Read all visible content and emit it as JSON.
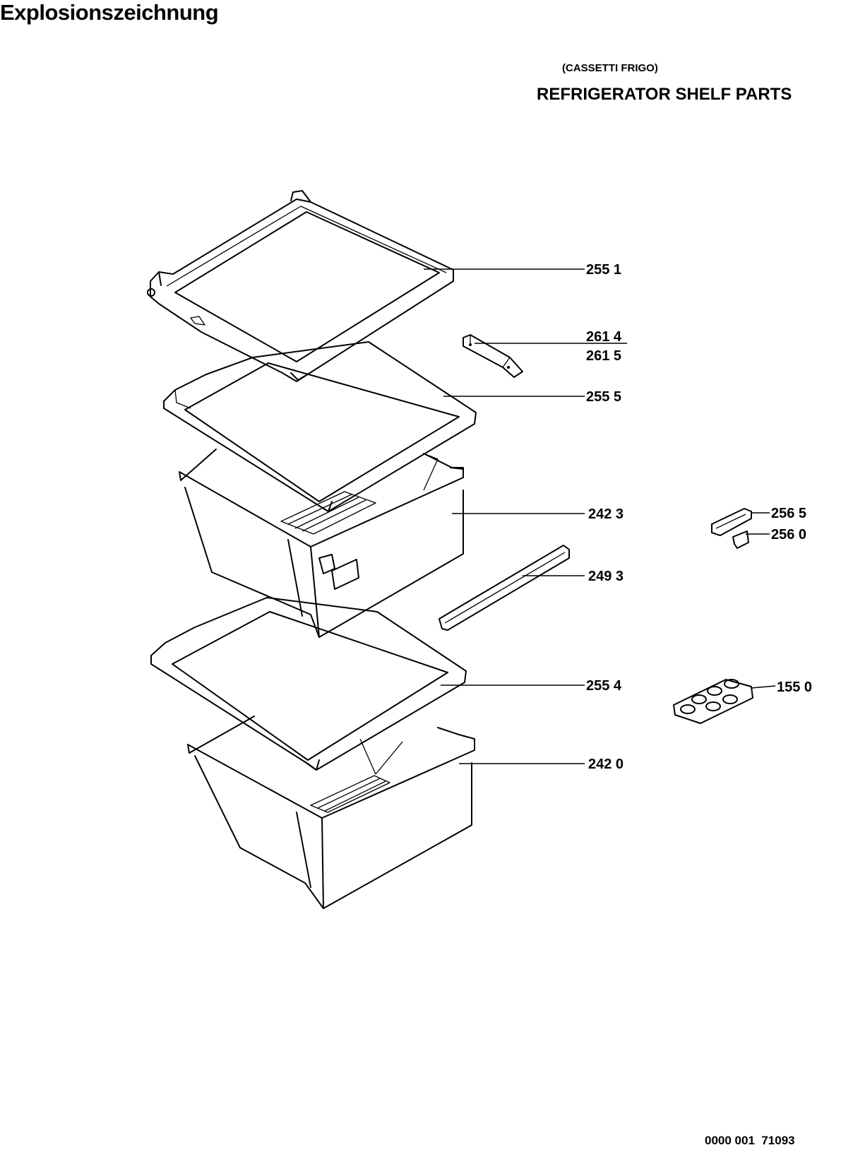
{
  "header": {
    "title": "Explosionszeichnung",
    "subtitle": "(CASSETTI FRIGO)",
    "main_title": "REFRIGERATOR SHELF PARTS"
  },
  "callouts": {
    "c2551": "255 1",
    "c2614": "261 4",
    "c2615": "261 5",
    "c2555": "255 5",
    "c2423": "242 3",
    "c2565": "256 5",
    "c2560": "256 0",
    "c2493": "249 3",
    "c2554": "255 4",
    "c1550": "155 0",
    "c2420": "242 0"
  },
  "footer": {
    "doc_code": "0000 001  71093"
  }
}
